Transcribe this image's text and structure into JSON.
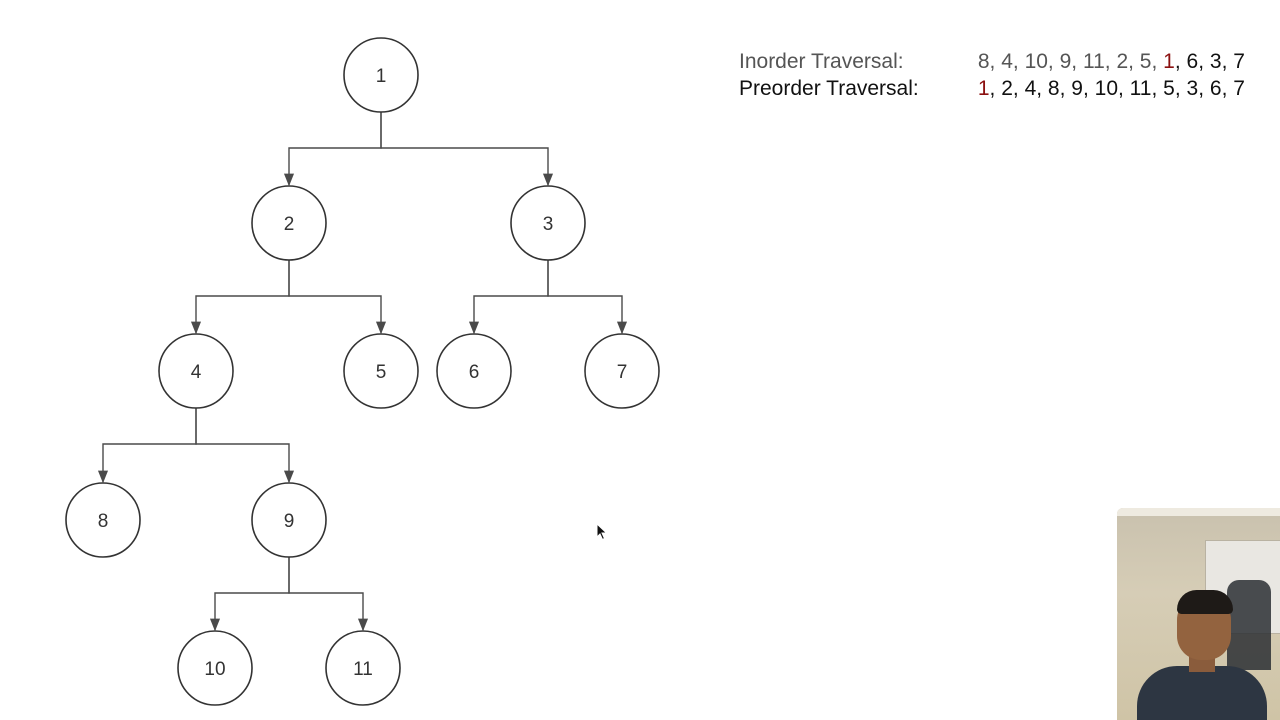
{
  "tree": {
    "nodes": [
      {
        "id": "1",
        "label": "1"
      },
      {
        "id": "2",
        "label": "2"
      },
      {
        "id": "3",
        "label": "3"
      },
      {
        "id": "4",
        "label": "4"
      },
      {
        "id": "5",
        "label": "5"
      },
      {
        "id": "6",
        "label": "6"
      },
      {
        "id": "7",
        "label": "7"
      },
      {
        "id": "8",
        "label": "8"
      },
      {
        "id": "9",
        "label": "9"
      },
      {
        "id": "10",
        "label": "10"
      },
      {
        "id": "11",
        "label": "11"
      }
    ],
    "edges": [
      [
        "1",
        "2"
      ],
      [
        "1",
        "3"
      ],
      [
        "2",
        "4"
      ],
      [
        "2",
        "5"
      ],
      [
        "3",
        "6"
      ],
      [
        "3",
        "7"
      ],
      [
        "4",
        "8"
      ],
      [
        "4",
        "9"
      ],
      [
        "9",
        "10"
      ],
      [
        "9",
        "11"
      ]
    ]
  },
  "traversals": {
    "inorder": {
      "label": "Inorder Traversal:",
      "tokens": [
        {
          "t": "8",
          "s": "dim"
        },
        {
          "t": ", ",
          "s": "dim"
        },
        {
          "t": "4",
          "s": "dim"
        },
        {
          "t": ", ",
          "s": "dim"
        },
        {
          "t": "10",
          "s": "dim"
        },
        {
          "t": ", ",
          "s": "dim"
        },
        {
          "t": "9",
          "s": "dim"
        },
        {
          "t": ", ",
          "s": "dim"
        },
        {
          "t": "11",
          "s": "dim"
        },
        {
          "t": ", ",
          "s": "dim"
        },
        {
          "t": "2",
          "s": "dim"
        },
        {
          "t": ", ",
          "s": "dim"
        },
        {
          "t": "5",
          "s": "dim"
        },
        {
          "t": ", ",
          "s": "dim"
        },
        {
          "t": "1",
          "s": "hl"
        },
        {
          "t": ", ",
          "s": "norm"
        },
        {
          "t": "6",
          "s": "norm"
        },
        {
          "t": ", ",
          "s": "norm"
        },
        {
          "t": "3",
          "s": "norm"
        },
        {
          "t": ", ",
          "s": "norm"
        },
        {
          "t": "7",
          "s": "norm"
        }
      ]
    },
    "preorder": {
      "label": "Preorder Traversal:",
      "tokens": [
        {
          "t": "1",
          "s": "hl"
        },
        {
          "t": ", ",
          "s": "norm"
        },
        {
          "t": "2",
          "s": "norm"
        },
        {
          "t": ", ",
          "s": "norm"
        },
        {
          "t": "4",
          "s": "norm"
        },
        {
          "t": ", ",
          "s": "norm"
        },
        {
          "t": "8",
          "s": "norm"
        },
        {
          "t": ", ",
          "s": "norm"
        },
        {
          "t": "9",
          "s": "norm"
        },
        {
          "t": ", ",
          "s": "norm"
        },
        {
          "t": "10",
          "s": "norm"
        },
        {
          "t": ", ",
          "s": "norm"
        },
        {
          "t": "11",
          "s": "norm"
        },
        {
          "t": ", ",
          "s": "norm"
        },
        {
          "t": "5",
          "s": "norm"
        },
        {
          "t": ", ",
          "s": "norm"
        },
        {
          "t": "3",
          "s": "norm"
        },
        {
          "t": ", ",
          "s": "norm"
        },
        {
          "t": "6",
          "s": "norm"
        },
        {
          "t": ", ",
          "s": "norm"
        },
        {
          "t": "7",
          "s": "norm"
        }
      ]
    }
  },
  "colors": {
    "highlight": "#8b1010",
    "dim_text": "#555555",
    "text": "#111111",
    "node_stroke": "#333333"
  }
}
